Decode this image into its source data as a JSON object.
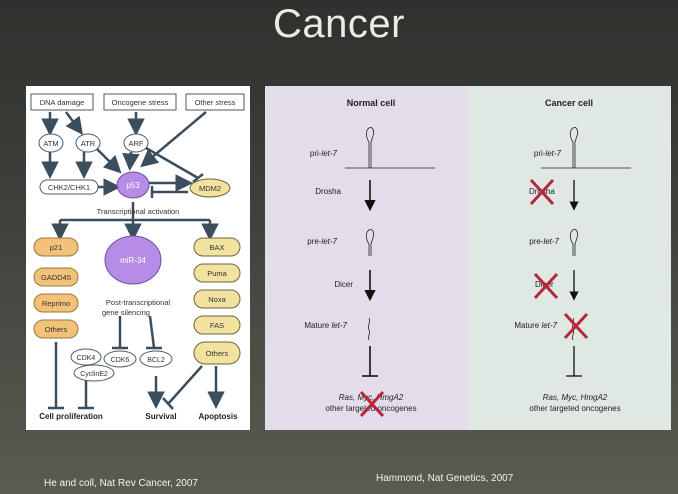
{
  "slide": {
    "title": "Cancer",
    "caption_left": "He and coll, Nat Rev Cancer, 2007",
    "caption_right": "Hammond, Nat Genetics, 2007"
  },
  "left_figure": {
    "stress_boxes": [
      "DNA damage",
      "Oncogene stress",
      "Other stress"
    ],
    "kinases": [
      "ATM",
      "ATR",
      "ARF"
    ],
    "chk": "CHK2/CHK1",
    "p53": "p53",
    "mdm2": "MDM2",
    "transcriptional_activation": "Transcriptional activation",
    "left_column": [
      "p21",
      "GADD45",
      "Reprimo",
      "Others"
    ],
    "mir34": "miR-34",
    "post_transcriptional": [
      "Post-transcriptional",
      "gene silencing"
    ],
    "right_column": [
      "BAX",
      "Puma",
      "Noxa",
      "FAS",
      "Others"
    ],
    "targets": [
      "CDK4",
      "CDK6",
      "CyclinE2",
      "BCL2"
    ],
    "outcomes": [
      "Cell proliferation",
      "Survival",
      "Apoptosis"
    ],
    "colors": {
      "orange": "#f2c27a",
      "purple": "#b58de6",
      "yellow": "#f1e2a0",
      "arrow": "#3b4e5e"
    }
  },
  "right_figure": {
    "normal_header": "Normal cell",
    "cancer_header": "Cancer cell",
    "pri": "pri-",
    "pre": "pre-",
    "mature": "Mature ",
    "let7": "let-7",
    "drosha": "Drosha",
    "dicer": "Dicer",
    "targets_line": "Ras, Myc, HmgA2",
    "targets_sub": "other targeted oncogenes",
    "colors": {
      "normal_bg": "#e3dcea",
      "cancer_bg": "#dfe8e2",
      "cross": "#b8263c"
    }
  }
}
